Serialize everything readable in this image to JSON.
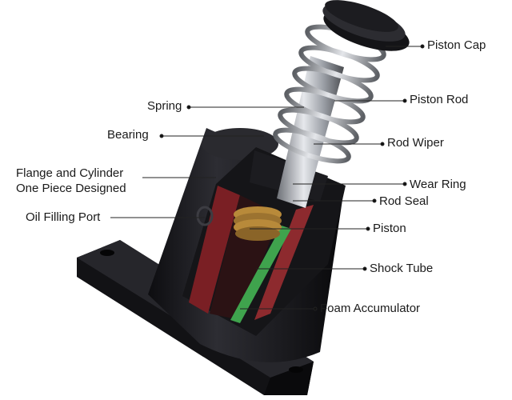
{
  "diagram": {
    "labels": {
      "piston_cap": "Piston Cap",
      "piston_rod": "Piston Rod",
      "spring": "Spring",
      "bearing": "Bearing",
      "rod_wiper": "Rod Wiper",
      "flange_cylinder": "Flange and Cylinder\nOne Piece Designed",
      "wear_ring": "Wear Ring",
      "rod_seal": "Rod Seal",
      "oil_filling_port": "Oil Filling Port",
      "piston": "Piston",
      "shock_tube": "Shock Tube",
      "foam_accumulator": "Foam Accumulator"
    },
    "colors": {
      "body": "#1e1e22",
      "body_dark": "#111114",
      "body_light": "#3a3a40",
      "chrome": "#b8bcc2",
      "red_section": "#7a1f24",
      "green_accumulator": "#3fa34d",
      "brass": "#b88a3a",
      "leader_line": "#222222"
    }
  }
}
